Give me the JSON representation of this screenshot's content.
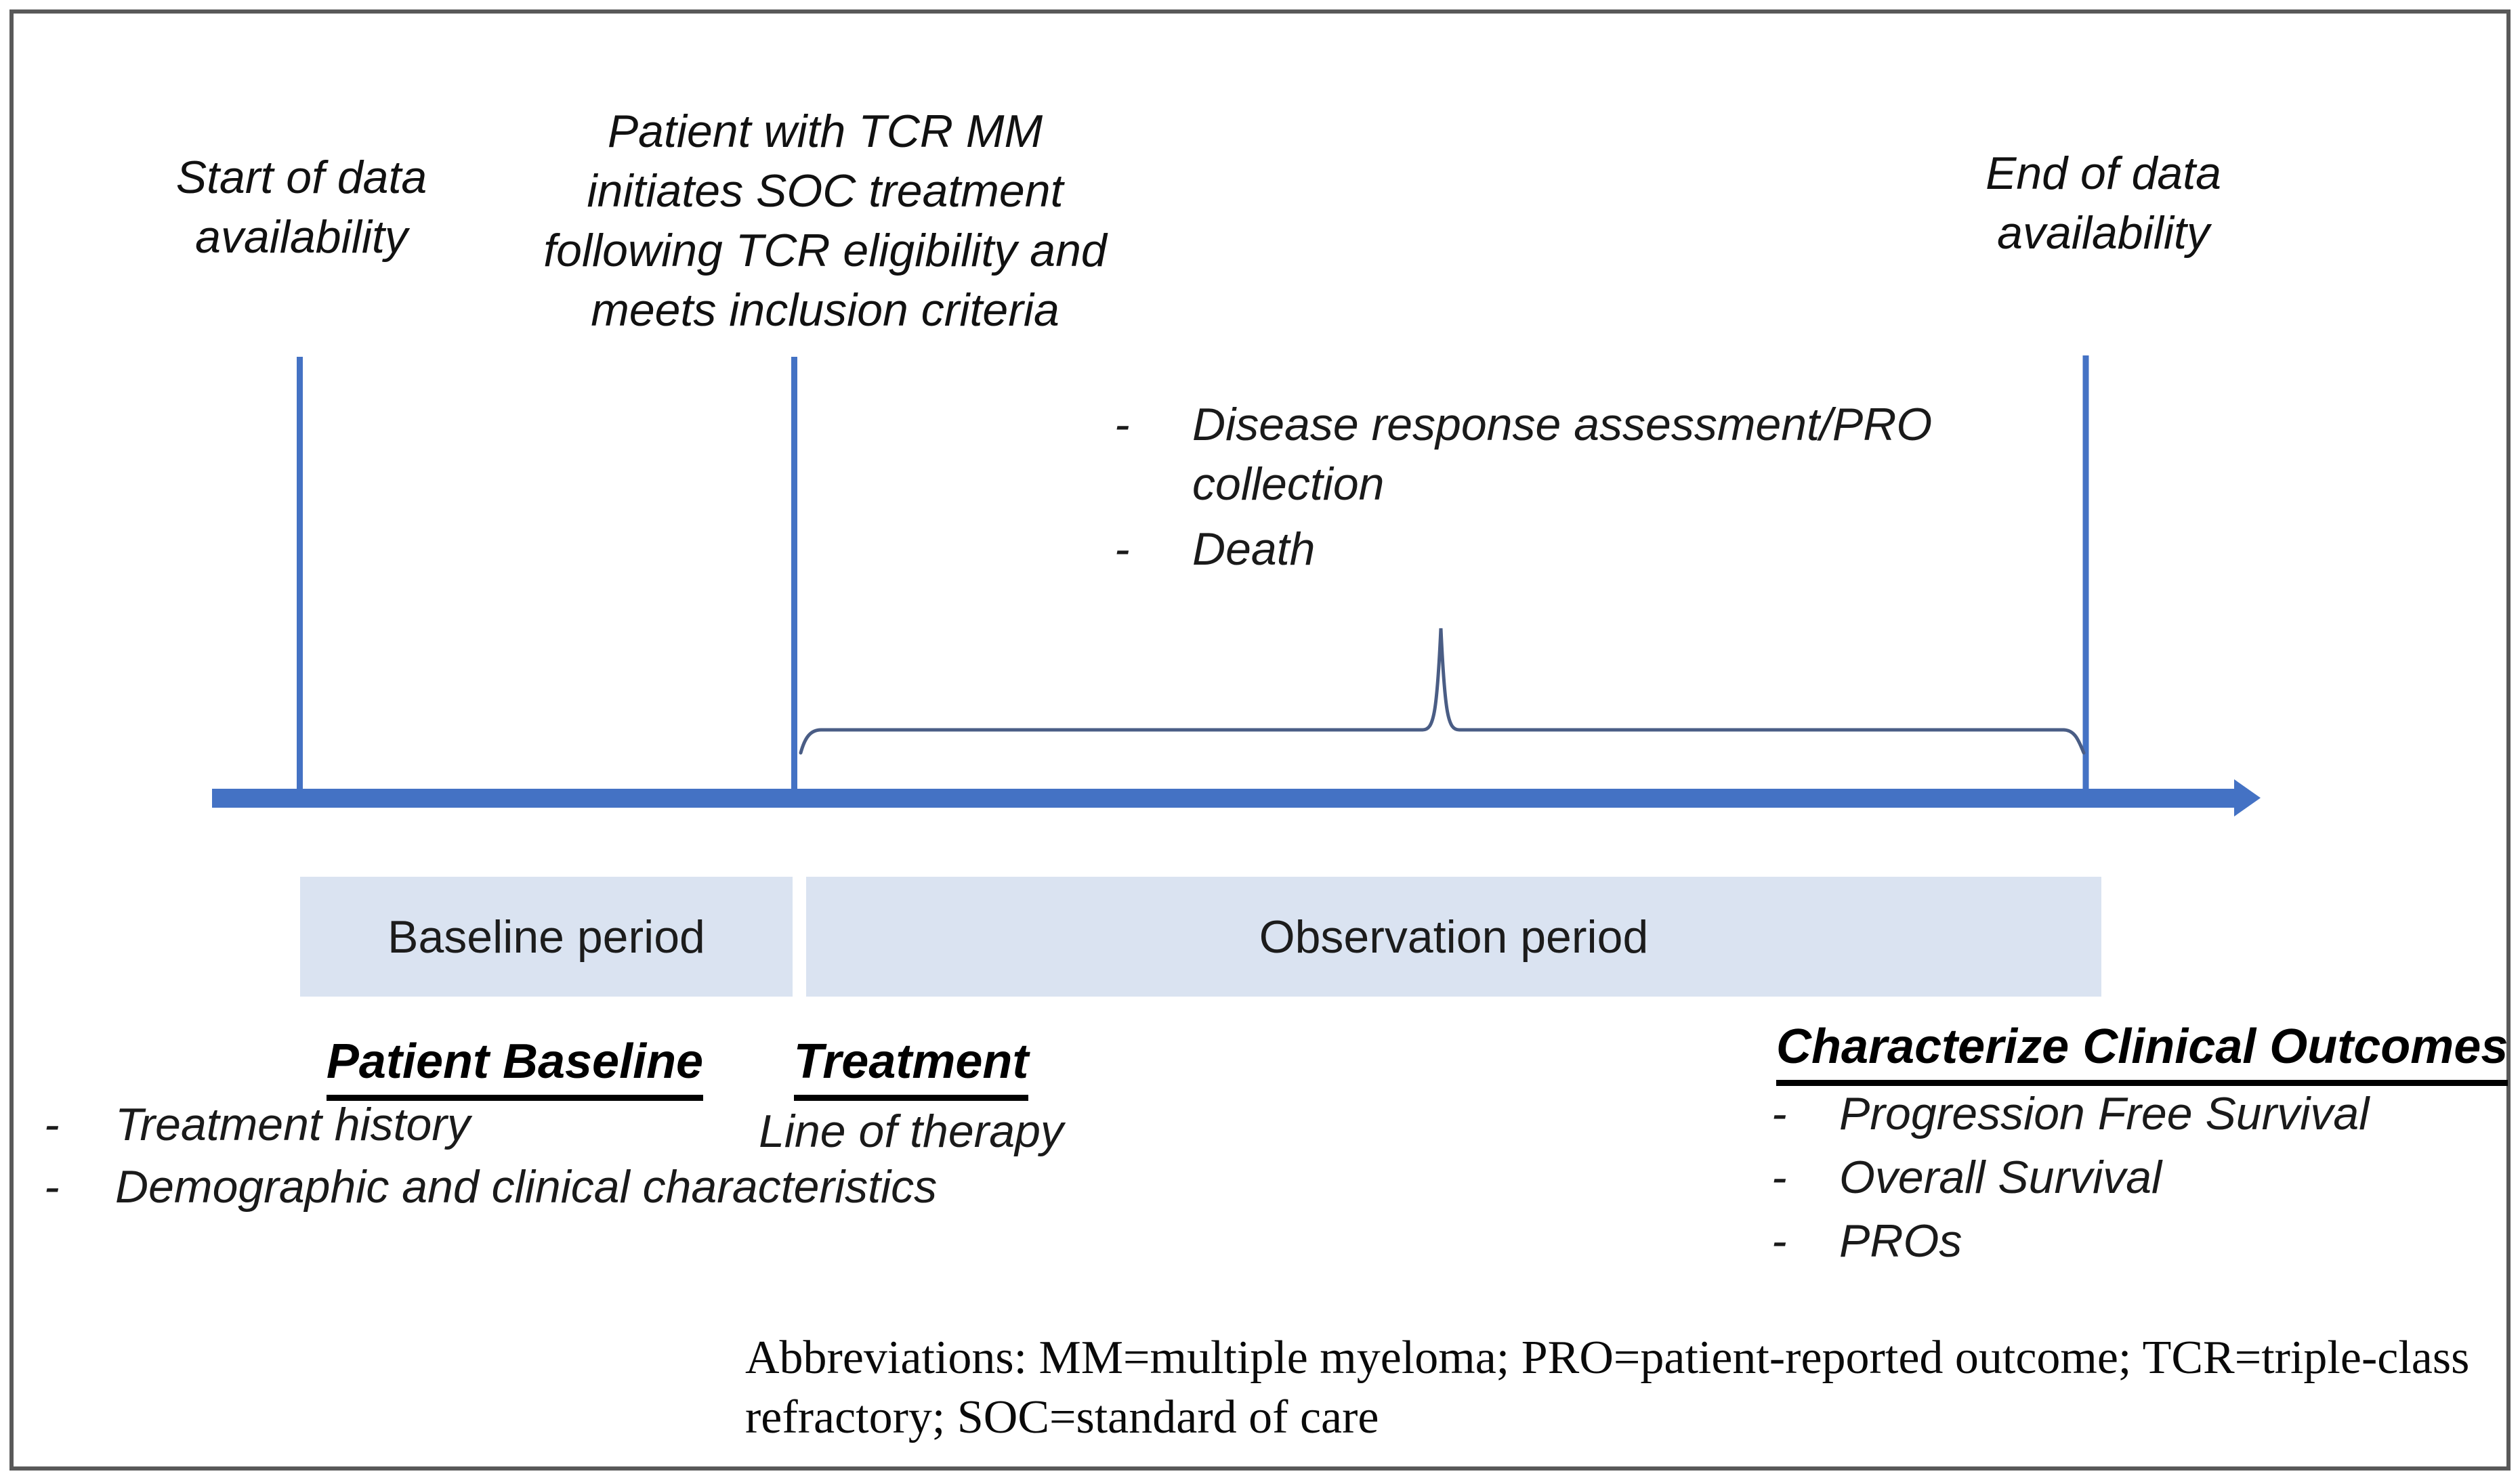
{
  "figure": {
    "timeline": {
      "start_label": "Start of data\navailability",
      "index_label": "Patient with TCR MM\ninitiates SOC treatment\nfollowing TCR eligibility and\nmeets inclusion criteria",
      "end_label": "End of data\navailability"
    },
    "observation_events": {
      "bullet_char": "-",
      "items": [
        "Disease response assessment/PRO\ncollection",
        "Death"
      ]
    },
    "periods": {
      "baseline": "Baseline period",
      "observation": "Observation period"
    },
    "baseline_section": {
      "heading": "Patient Baseline",
      "bullet_char": "-",
      "items": [
        "Treatment history",
        "Demographic and clinical characteristics"
      ]
    },
    "treatment_section": {
      "heading": "Treatment",
      "item": "Line of therapy"
    },
    "outcomes_section": {
      "heading": "Characterize Clinical Outcomes",
      "bullet_char": "-",
      "items": [
        "Progression Free Survival",
        "Overall Survival",
        "PROs"
      ]
    },
    "footnote": "Abbreviations:  MM=multiple myeloma; PRO=patient-reported outcome; TCR=triple-class\nrefractory; SOC=standard of care",
    "colors": {
      "accent_blue": "#4472C4",
      "brace_blue": "#4a5d85",
      "period_box_fill": "#dae3f1",
      "frame_gray": "#595959"
    }
  }
}
